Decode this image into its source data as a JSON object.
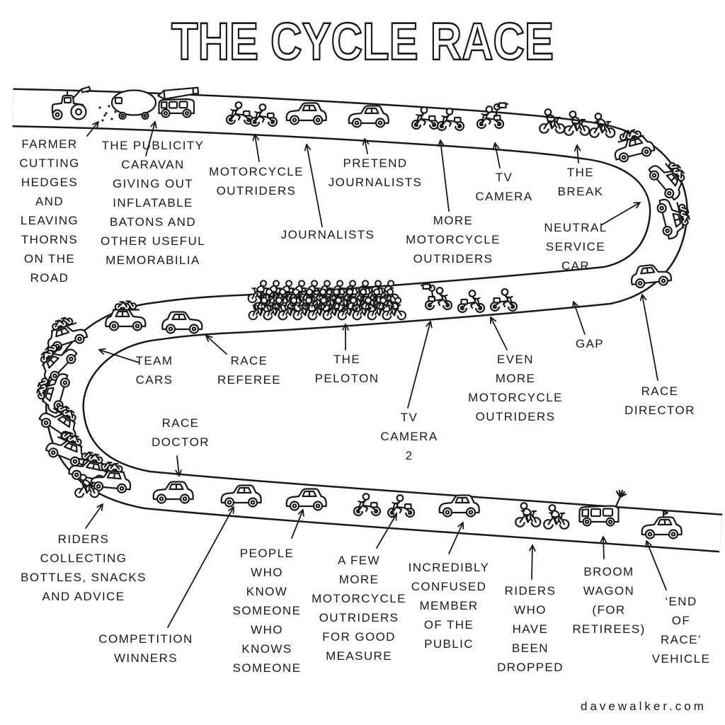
{
  "title": "THE CYCLE RACE",
  "signature": "davewalker.com",
  "colors": {
    "ink": "#191919",
    "background": "#ffffff"
  },
  "icons": [
    "tractor-icon",
    "thorns-icon",
    "publicity-caravan-icon",
    "pencil-van-icon",
    "motorcycle-icon",
    "car-icon",
    "tv-motorcycle-icon",
    "cyclist-icon",
    "team-car-with-bikes-icon",
    "peloton-icon",
    "broom-wagon-icon",
    "end-of-race-car-icon",
    "road",
    "pointer-arrow"
  ],
  "labels": {
    "farmer": "FARMER\nCUTTING\nHEDGES\nAND\nLEAVING\nTHORNS\nON THE\nROAD",
    "publicity_caravan": "THE PUBLICITY\nCARAVAN\nGIVING OUT\nINFLATABLE\nBATONS AND\nOTHER USEFUL\nMEMORABILIA",
    "motorcycle_outriders": "MOTORCYCLE\nOUTRIDERS",
    "journalists": "JOURNALISTS",
    "pretend_journalists": "PRETEND\nJOURNALISTS",
    "more_motorcycle_outriders": "MORE\nMOTORCYCLE\nOUTRIDERS",
    "tv_camera": "TV\nCAMERA",
    "the_break": "THE\nBREAK",
    "neutral_service_car": "NEUTRAL\nSERVICE\nCAR",
    "team_cars": "TEAM\nCARS",
    "race_referee": "RACE\nREFEREE",
    "the_peloton": "THE\nPELOTON",
    "tv_camera_2": "TV\nCAMERA\n2",
    "even_more_motorcycle_outriders": "EVEN\nMORE\nMOTORCYCLE\nOUTRIDERS",
    "gap": "GAP",
    "race_director": "RACE\nDIRECTOR",
    "race_doctor": "RACE\nDOCTOR",
    "riders_collecting": "RIDERS\nCOLLECTING\nBOTTLES, SNACKS\nAND ADVICE",
    "competition_winners": "COMPETITION\nWINNERS",
    "people_who_know": "PEOPLE\nWHO\nKNOW\nSOMEONE\nWHO\nKNOWS\nSOMEONE",
    "few_more_outriders": "A FEW\nMORE\nMOTORCYCLE\nOUTRIDERS\nFOR GOOD\nMEASURE",
    "confused_member": "INCREDIBLY\nCONFUSED\nMEMBER\nOF THE\nPUBLIC",
    "dropped_riders": "RIDERS\nWHO\nHAVE\nBEEN\nDROPPED",
    "broom_wagon": "BROOM\nWAGON\n(FOR\nRETIREES)",
    "end_of_race": "‘END\nOF\nRACE’\nVEHICLE"
  }
}
